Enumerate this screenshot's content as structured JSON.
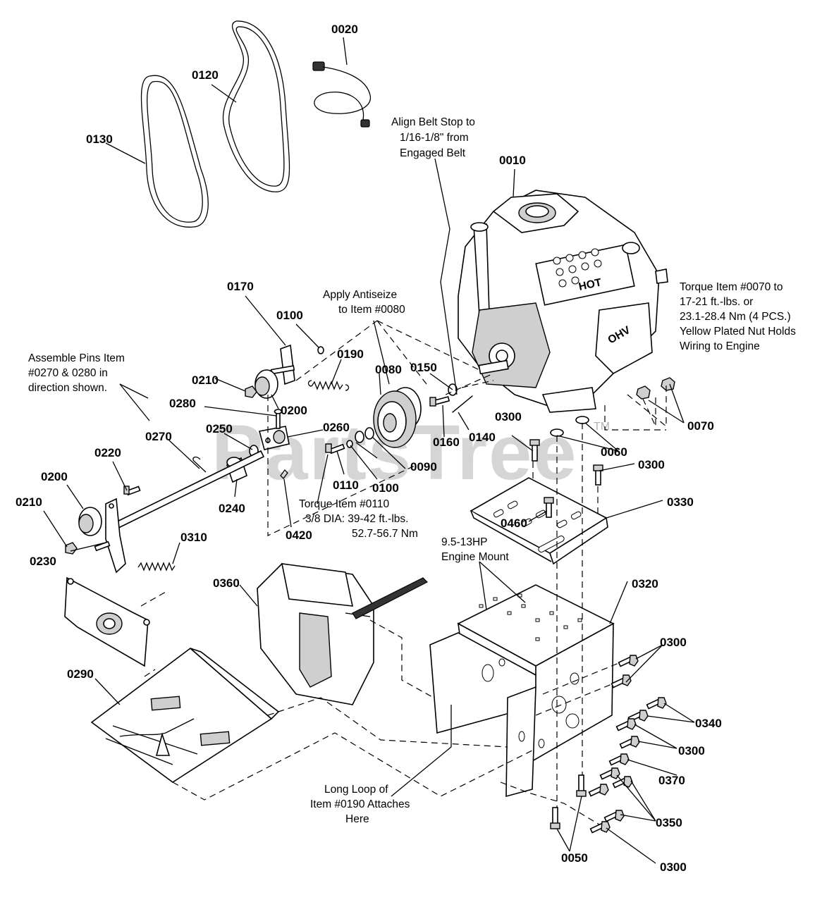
{
  "watermark": {
    "text": "PartsTree",
    "tm": "TM"
  },
  "part_numbers": [
    "0010",
    "0020",
    "0050",
    "0060",
    "0070",
    "0080",
    "0090",
    "0100",
    "0100",
    "0110",
    "0120",
    "0130",
    "0140",
    "0150",
    "0160",
    "0170",
    "0190",
    "0200",
    "0200",
    "0210",
    "0210",
    "0220",
    "0230",
    "0240",
    "0250",
    "0260",
    "0270",
    "0280",
    "0290",
    "0300",
    "0300",
    "0300",
    "0300",
    "0300",
    "0310",
    "0320",
    "0330",
    "0340",
    "0350",
    "0360",
    "0370",
    "0420",
    "0460"
  ],
  "notes": {
    "belt_stop": [
      "Align Belt Stop to",
      "1/16-1/8\" from",
      "Engaged Belt"
    ],
    "antiseize": [
      "Apply Antiseize",
      "to Item #0080"
    ],
    "torque_0070": [
      "Torque Item #0070 to",
      "17-21 ft.-lbs. or",
      "23.1-28.4 Nm (4 PCS.)",
      "Yellow Plated Nut Holds",
      "Wiring to Engine"
    ],
    "assemble_pins": [
      "Assemble Pins Item",
      "#0270 & 0280 in",
      "direction shown."
    ],
    "torque_0110": [
      "Torque Item #0110",
      "3/8 DIA: 39-42 ft.-lbs.",
      "52.7-56.7 Nm"
    ],
    "engine_mount": [
      "9.5-13HP",
      "Engine Mount"
    ],
    "long_loop": [
      "Long Loop of",
      "Item #0190 Attaches",
      "Here"
    ]
  },
  "engine_label": "OHV",
  "engine_hot_label": "HOT"
}
